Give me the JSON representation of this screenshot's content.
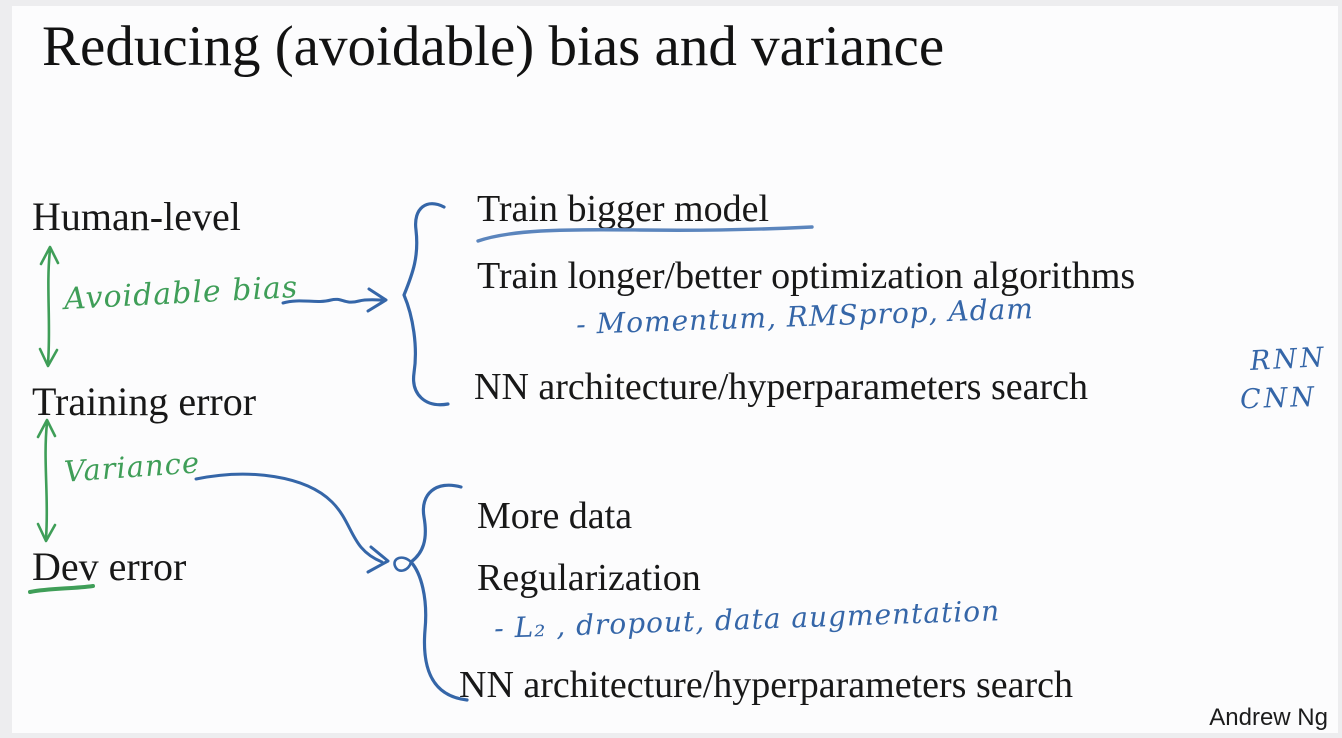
{
  "slide": {
    "title": "Reducing (avoidable) bias and variance",
    "footer": "Andrew Ng",
    "colors": {
      "pen_green": "#3f9e58",
      "pen_blue": "#3566a8",
      "underline_blue": "#5b85bd",
      "ink_black": "#171717",
      "background": "#fcfcfd",
      "frame_edge": "#ededef"
    },
    "error_ladder": {
      "levels": [
        {
          "label": "Human-level"
        },
        {
          "label": "Training error"
        },
        {
          "label": "Dev error"
        }
      ],
      "gap_annotations": [
        {
          "label": "Avoidable bias"
        },
        {
          "label": "Variance"
        }
      ]
    },
    "bias_remedies": {
      "items": [
        {
          "label": "Train bigger model",
          "underlined": true
        },
        {
          "label": "Train longer/better optimization algorithms",
          "underlined": false
        },
        {
          "label": "NN architecture/hyperparameters search",
          "underlined": false
        }
      ],
      "handwritten_note": "- Momentum, RMSprop, Adam",
      "side_notes": [
        {
          "label": "RNN"
        },
        {
          "label": "CNN"
        }
      ]
    },
    "variance_remedies": {
      "items": [
        {
          "label": "More data",
          "underlined": false
        },
        {
          "label": "Regularization",
          "underlined": false
        },
        {
          "label": "NN architecture/hyperparameters search",
          "underlined": false
        }
      ],
      "handwritten_note": "- L₂ , dropout, data augmentation"
    }
  }
}
